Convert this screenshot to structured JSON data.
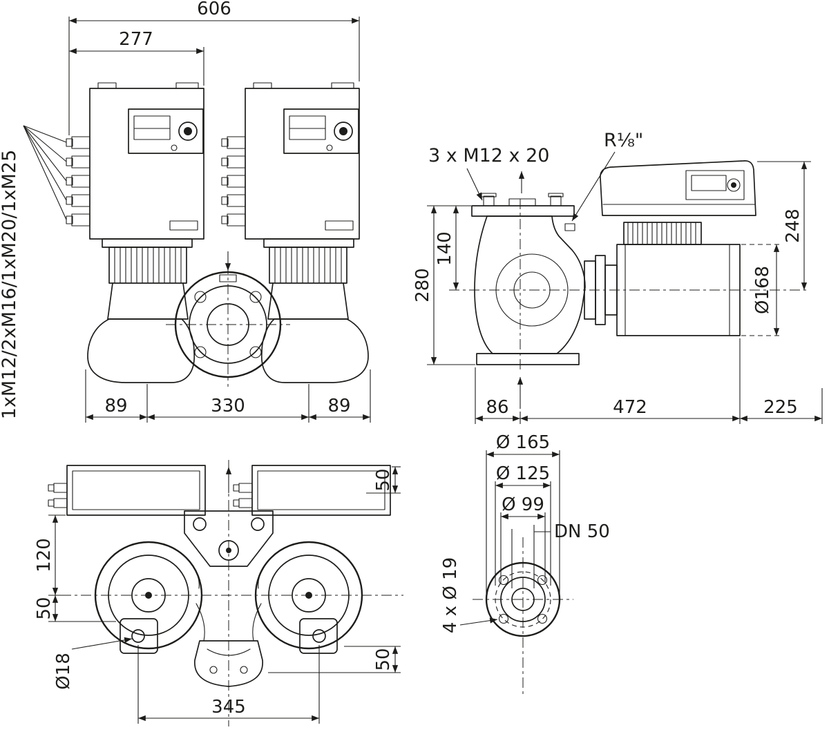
{
  "sheet": {
    "background": "#ffffff",
    "line_color": "#1d1d1b"
  },
  "front_view": {
    "dim_total_width": "606",
    "dim_module_width": "277",
    "cable_gland_label": "1xM12/2xM16/1xM20/1xM25",
    "dim_foot_left": "89",
    "dim_axis_spacing": "330",
    "dim_foot_right": "89"
  },
  "side_view": {
    "screw_label": "3 x M12 x 20",
    "plug_label": "R⅛\"",
    "dim_port_height": "280",
    "dim_flange_to_axis": "140",
    "dim_axis_to_top": "248",
    "dim_motor_dia": "Ø168",
    "dim_front": "86",
    "dim_length": "472",
    "dim_rear": "225"
  },
  "plan_view": {
    "dim_box_to_axis": "120",
    "dim_axis_to_foot": "50",
    "hole_label": "Ø18",
    "dim_foot_spacing": "345",
    "dim_top_right": "50",
    "dim_bottom_right": "50"
  },
  "flange_view": {
    "dim_outer_dia": "Ø 165",
    "dim_bolt_circle": "Ø 125",
    "dim_raised_face": "Ø 99",
    "nominal_label": "DN 50",
    "holes_label": "4 x Ø 19"
  }
}
